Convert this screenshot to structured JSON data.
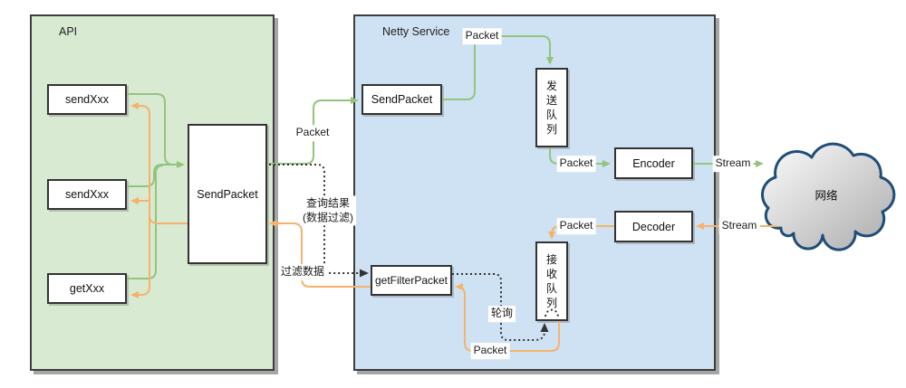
{
  "colors": {
    "green": "#93c47d",
    "orange": "#f6b26b",
    "dotted": "#333333",
    "api_fill": "#d9ead3",
    "netty_fill": "#cfe2f3",
    "node_fill": "#ffffff",
    "node_border": "#333333",
    "cloud_stroke": "#1f4e79"
  },
  "regions": {
    "api": {
      "title": "API"
    },
    "netty": {
      "title": "Netty Service"
    }
  },
  "nodes": {
    "send_xxx_1": {
      "label": "sendXxx"
    },
    "send_xxx_2": {
      "label": "sendXxx"
    },
    "get_xxx": {
      "label": "getXxx"
    },
    "send_packet_api": {
      "label": "SendPacket"
    },
    "send_packet_netty": {
      "label": "SendPacket"
    },
    "send_queue": {
      "label": "发\n送\n队\n列"
    },
    "encoder": {
      "label": "Encoder"
    },
    "decoder": {
      "label": "Decoder"
    },
    "recv_queue": {
      "label": "接\n收\n队\n列"
    },
    "get_filter_packet": {
      "label": "getFilterPacket"
    },
    "network_cloud": {
      "label": "网络"
    }
  },
  "edge_labels": {
    "packet_api_to_netty": "Packet",
    "query_result": "查询结果\n(数据过滤)",
    "filter_data": "过滤数据",
    "packet_to_send_queue": "Packet",
    "packet_send_queue_to_encoder": "Packet",
    "stream_encoder_to_network": "Stream",
    "stream_network_to_decoder": "Stream",
    "packet_decoder_to_recv_queue": "Packet",
    "polling": "轮询",
    "packet_recv_queue_to_get_filter": "Packet"
  }
}
